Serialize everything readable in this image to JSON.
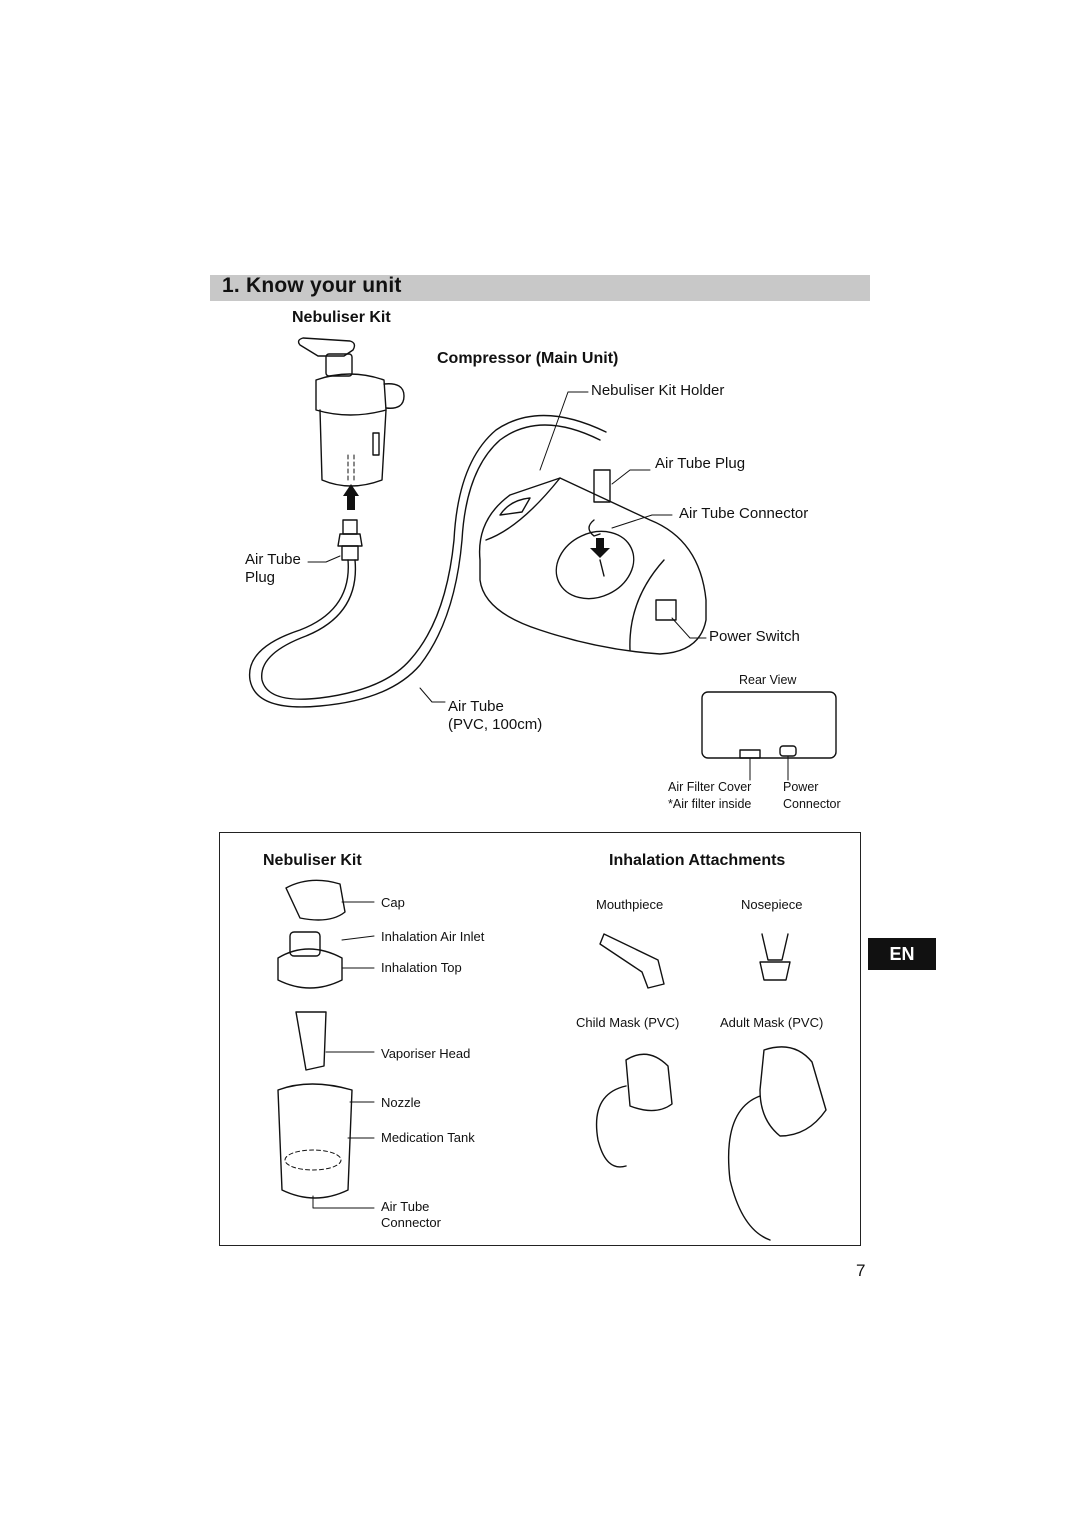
{
  "section": {
    "title": "1.  Know your unit"
  },
  "top": {
    "nebuliser_kit_heading": "Nebuliser Kit",
    "compressor_heading": "Compressor (Main Unit)",
    "labels": {
      "nebuliser_kit_holder": "Nebuliser Kit Holder",
      "air_tube_plug_right": "Air Tube Plug",
      "air_tube_connector": "Air Tube Connector",
      "air_tube_plug_left_1": "Air Tube",
      "air_tube_plug_left_2": "Plug",
      "power_switch": "Power Switch",
      "air_tube_1": "Air Tube",
      "air_tube_2": "(PVC, 100cm)"
    },
    "rear_view": {
      "title": "Rear View",
      "air_filter_cover": "Air Filter Cover",
      "air_filter_inside": "*Air filter inside",
      "power_1": "Power",
      "power_2": "Connector"
    }
  },
  "parts": {
    "nebuliser_kit_heading": "Nebuliser Kit",
    "inhalation_heading": "Inhalation Attachments",
    "kit_labels": {
      "cap": "Cap",
      "inhalation_air_inlet": "Inhalation Air Inlet",
      "inhalation_top": "Inhalation Top",
      "vaporiser_head": "Vaporiser Head",
      "nozzle": "Nozzle",
      "medication_tank": "Medication Tank",
      "air_tube_connector_1": "Air Tube",
      "air_tube_connector_2": "Connector"
    },
    "attachments": {
      "mouthpiece": "Mouthpiece",
      "nosepiece": "Nosepiece",
      "child_mask": "Child Mask (PVC)",
      "adult_mask": "Adult Mask (PVC)"
    }
  },
  "language_tab": "EN",
  "page_number": "7"
}
